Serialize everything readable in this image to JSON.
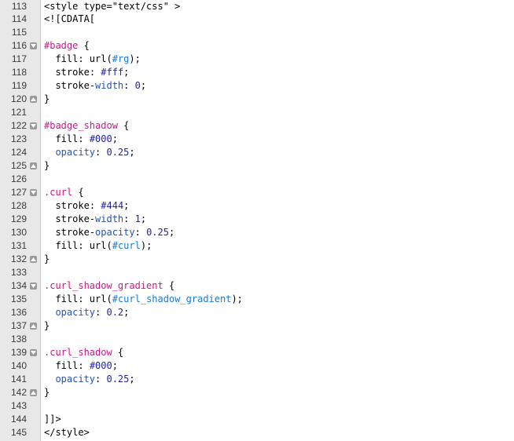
{
  "editor": {
    "lines": [
      {
        "num": "113",
        "fold": "",
        "tokens": [
          {
            "c": "t-tag",
            "t": "<style type=\"text/css\" >"
          }
        ]
      },
      {
        "num": "114",
        "fold": "",
        "tokens": [
          {
            "c": "t-tag",
            "t": "<![CDATA["
          }
        ]
      },
      {
        "num": "115",
        "fold": "",
        "tokens": []
      },
      {
        "num": "116",
        "fold": "down",
        "tokens": [
          {
            "c": "t-sel",
            "t": "#badge"
          },
          {
            "c": "t-tag",
            "t": " {"
          }
        ]
      },
      {
        "num": "117",
        "fold": "",
        "tokens": [
          {
            "c": "t-tag",
            "t": "  "
          },
          {
            "c": "t-prop",
            "t": "fill"
          },
          {
            "c": "t-tag",
            "t": ": url("
          },
          {
            "c": "t-url",
            "t": "#rg"
          },
          {
            "c": "t-tag",
            "t": ");"
          }
        ]
      },
      {
        "num": "118",
        "fold": "",
        "tokens": [
          {
            "c": "t-tag",
            "t": "  "
          },
          {
            "c": "t-prop",
            "t": "stroke"
          },
          {
            "c": "t-tag",
            "t": ": "
          },
          {
            "c": "t-hex",
            "t": "#fff"
          },
          {
            "c": "t-tag",
            "t": ";"
          }
        ]
      },
      {
        "num": "119",
        "fold": "",
        "tokens": [
          {
            "c": "t-tag",
            "t": "  "
          },
          {
            "c": "t-prop",
            "t": "stroke-"
          },
          {
            "c": "t-prop2",
            "t": "width"
          },
          {
            "c": "t-tag",
            "t": ": "
          },
          {
            "c": "t-num",
            "t": "0"
          },
          {
            "c": "t-tag",
            "t": ";"
          }
        ]
      },
      {
        "num": "120",
        "fold": "up",
        "tokens": [
          {
            "c": "t-tag",
            "t": "}"
          }
        ]
      },
      {
        "num": "121",
        "fold": "",
        "tokens": []
      },
      {
        "num": "122",
        "fold": "down",
        "tokens": [
          {
            "c": "t-sel",
            "t": "#badge_shadow"
          },
          {
            "c": "t-tag",
            "t": " {"
          }
        ]
      },
      {
        "num": "123",
        "fold": "",
        "tokens": [
          {
            "c": "t-tag",
            "t": "  "
          },
          {
            "c": "t-prop",
            "t": "fill"
          },
          {
            "c": "t-tag",
            "t": ": "
          },
          {
            "c": "t-hex",
            "t": "#000"
          },
          {
            "c": "t-tag",
            "t": ";"
          }
        ]
      },
      {
        "num": "124",
        "fold": "",
        "tokens": [
          {
            "c": "t-tag",
            "t": "  "
          },
          {
            "c": "t-prop2",
            "t": "opacity"
          },
          {
            "c": "t-tag",
            "t": ": "
          },
          {
            "c": "t-num",
            "t": "0.25"
          },
          {
            "c": "t-tag",
            "t": ";"
          }
        ]
      },
      {
        "num": "125",
        "fold": "up",
        "tokens": [
          {
            "c": "t-tag",
            "t": "}"
          }
        ]
      },
      {
        "num": "126",
        "fold": "",
        "tokens": []
      },
      {
        "num": "127",
        "fold": "down",
        "tokens": [
          {
            "c": "t-sel",
            "t": ".curl"
          },
          {
            "c": "t-tag",
            "t": " {"
          }
        ]
      },
      {
        "num": "128",
        "fold": "",
        "tokens": [
          {
            "c": "t-tag",
            "t": "  "
          },
          {
            "c": "t-prop",
            "t": "stroke"
          },
          {
            "c": "t-tag",
            "t": ": "
          },
          {
            "c": "t-hex",
            "t": "#444"
          },
          {
            "c": "t-tag",
            "t": ";"
          }
        ]
      },
      {
        "num": "129",
        "fold": "",
        "tokens": [
          {
            "c": "t-tag",
            "t": "  "
          },
          {
            "c": "t-prop",
            "t": "stroke-"
          },
          {
            "c": "t-prop2",
            "t": "width"
          },
          {
            "c": "t-tag",
            "t": ": "
          },
          {
            "c": "t-num",
            "t": "1"
          },
          {
            "c": "t-tag",
            "t": ";"
          }
        ]
      },
      {
        "num": "130",
        "fold": "",
        "tokens": [
          {
            "c": "t-tag",
            "t": "  "
          },
          {
            "c": "t-prop",
            "t": "stroke-"
          },
          {
            "c": "t-prop2",
            "t": "opacity"
          },
          {
            "c": "t-tag",
            "t": ": "
          },
          {
            "c": "t-num",
            "t": "0.25"
          },
          {
            "c": "t-tag",
            "t": ";"
          }
        ]
      },
      {
        "num": "131",
        "fold": "",
        "tokens": [
          {
            "c": "t-tag",
            "t": "  "
          },
          {
            "c": "t-prop",
            "t": "fill"
          },
          {
            "c": "t-tag",
            "t": ": url("
          },
          {
            "c": "t-url",
            "t": "#curl"
          },
          {
            "c": "t-tag",
            "t": ");"
          }
        ]
      },
      {
        "num": "132",
        "fold": "up",
        "tokens": [
          {
            "c": "t-tag",
            "t": "}"
          }
        ]
      },
      {
        "num": "133",
        "fold": "",
        "tokens": []
      },
      {
        "num": "134",
        "fold": "down",
        "tokens": [
          {
            "c": "t-sel",
            "t": ".curl_shadow_gradient"
          },
          {
            "c": "t-tag",
            "t": " {"
          }
        ]
      },
      {
        "num": "135",
        "fold": "",
        "tokens": [
          {
            "c": "t-tag",
            "t": "  "
          },
          {
            "c": "t-prop",
            "t": "fill"
          },
          {
            "c": "t-tag",
            "t": ": url("
          },
          {
            "c": "t-url",
            "t": "#curl_shadow_gradient"
          },
          {
            "c": "t-tag",
            "t": ");"
          }
        ]
      },
      {
        "num": "136",
        "fold": "",
        "tokens": [
          {
            "c": "t-tag",
            "t": "  "
          },
          {
            "c": "t-prop2",
            "t": "opacity"
          },
          {
            "c": "t-tag",
            "t": ": "
          },
          {
            "c": "t-num",
            "t": "0.2"
          },
          {
            "c": "t-tag",
            "t": ";"
          }
        ]
      },
      {
        "num": "137",
        "fold": "up",
        "tokens": [
          {
            "c": "t-tag",
            "t": "}"
          }
        ]
      },
      {
        "num": "138",
        "fold": "",
        "tokens": []
      },
      {
        "num": "139",
        "fold": "down",
        "tokens": [
          {
            "c": "t-sel",
            "t": ".curl_shadow"
          },
          {
            "c": "t-tag",
            "t": " {"
          }
        ]
      },
      {
        "num": "140",
        "fold": "",
        "tokens": [
          {
            "c": "t-tag",
            "t": "  "
          },
          {
            "c": "t-prop",
            "t": "fill"
          },
          {
            "c": "t-tag",
            "t": ": "
          },
          {
            "c": "t-hex",
            "t": "#000"
          },
          {
            "c": "t-tag",
            "t": ";"
          }
        ]
      },
      {
        "num": "141",
        "fold": "",
        "tokens": [
          {
            "c": "t-tag",
            "t": "  "
          },
          {
            "c": "t-prop2",
            "t": "opacity"
          },
          {
            "c": "t-tag",
            "t": ": "
          },
          {
            "c": "t-num",
            "t": "0.25"
          },
          {
            "c": "t-tag",
            "t": ";"
          }
        ]
      },
      {
        "num": "142",
        "fold": "up",
        "tokens": [
          {
            "c": "t-tag",
            "t": "}"
          }
        ]
      },
      {
        "num": "143",
        "fold": "",
        "tokens": []
      },
      {
        "num": "144",
        "fold": "",
        "tokens": [
          {
            "c": "t-tag",
            "t": "]]>"
          }
        ]
      },
      {
        "num": "145",
        "fold": "",
        "tokens": [
          {
            "c": "t-tag",
            "t": "</style>"
          }
        ]
      }
    ]
  }
}
